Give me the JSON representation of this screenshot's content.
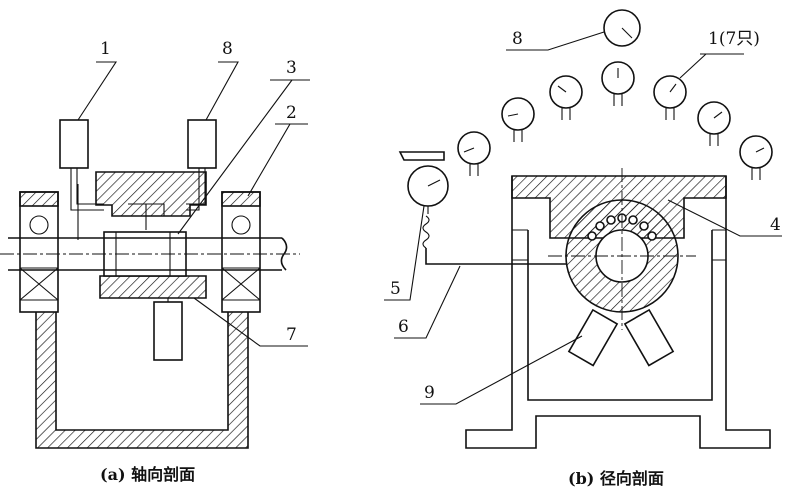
{
  "left_view": {
    "caption": "(a) 轴向剖面",
    "labels": [
      "1",
      "8",
      "3",
      "2",
      "7"
    ]
  },
  "right_view": {
    "caption": "(b) 径向剖面",
    "labels": [
      "8",
      "1(7只)",
      "4",
      "5",
      "6",
      "9"
    ]
  }
}
